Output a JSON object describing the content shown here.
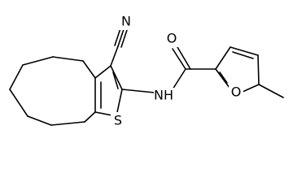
{
  "molecule": {
    "atoms": {
      "nitrile_n": "N",
      "amide_o": "O",
      "amide_nh": "NH",
      "thiophene_s": "S",
      "furan_o": "O"
    }
  },
  "colors": {
    "bond": "#000000",
    "label": "#000000",
    "background": "#ffffff"
  }
}
